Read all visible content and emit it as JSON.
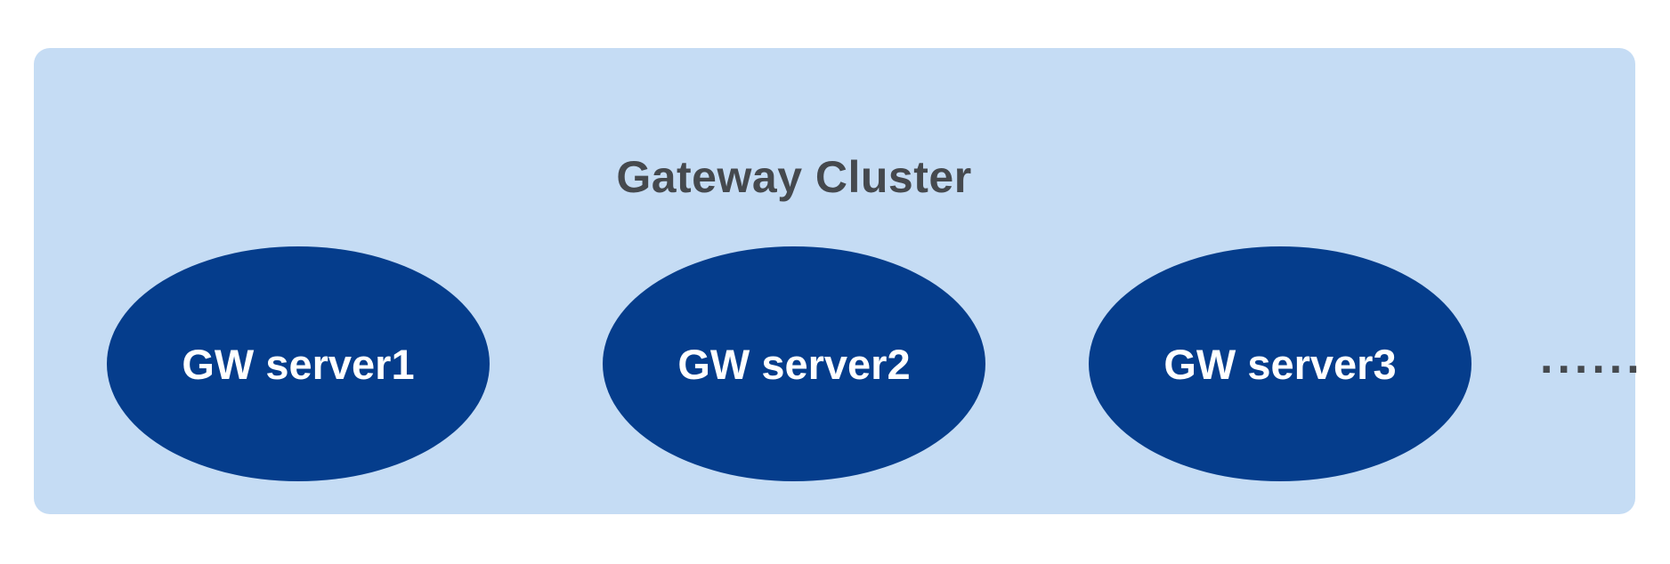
{
  "colors": {
    "page_bg": "#ffffff",
    "panel_bg": "#c5dcf4",
    "ellipse_fill": "#053d8c",
    "title_text": "#45494e",
    "label_text": "#ffffff",
    "dots_text": "#45494e"
  },
  "diagram": {
    "title": "Gateway Cluster",
    "servers": [
      {
        "label": "GW server1"
      },
      {
        "label": "GW server2"
      },
      {
        "label": "GW server3"
      }
    ],
    "more_indicator": "......"
  }
}
